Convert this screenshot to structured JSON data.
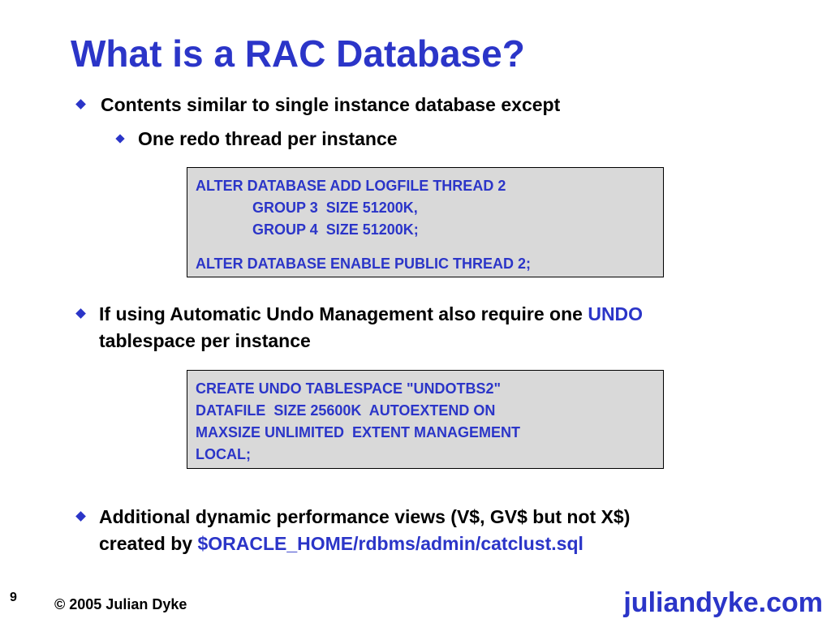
{
  "slide": {
    "title": "What is a RAC Database?",
    "bullets": {
      "b1": "Contents similar to single instance database except",
      "b1_sub": "One redo thread per instance",
      "b2_text": "If using Automatic Undo Management also require one ",
      "b2_accent": "UNDO",
      "b2_text2": "tablespace per instance",
      "b3_line1": "Additional dynamic performance views (V$, GV$ but not X$)",
      "b3_text": "created by ",
      "b3_accent": "$ORACLE_HOME/rdbms/admin/catclust.sql"
    },
    "code1": {
      "l1": "ALTER DATABASE ADD LOGFILE THREAD 2",
      "l2": "              GROUP 3  SIZE 51200K,",
      "l3": "              GROUP 4  SIZE 51200K;",
      "l4": "ALTER DATABASE ENABLE PUBLIC THREAD 2;"
    },
    "code2": {
      "l1": "CREATE UNDO TABLESPACE \"UNDOTBS2\"",
      "l2": "DATAFILE  SIZE 25600K  AUTOEXTEND ON",
      "l3": "MAXSIZE UNLIMITED  EXTENT MANAGEMENT",
      "l4": "LOCAL;"
    }
  },
  "footer": {
    "page_number": "9",
    "copyright": "© 2005 Julian Dyke",
    "brand": "juliandyke.com"
  },
  "colors": {
    "accent": "#2b35c8",
    "code_background": "#d9d9d9"
  }
}
